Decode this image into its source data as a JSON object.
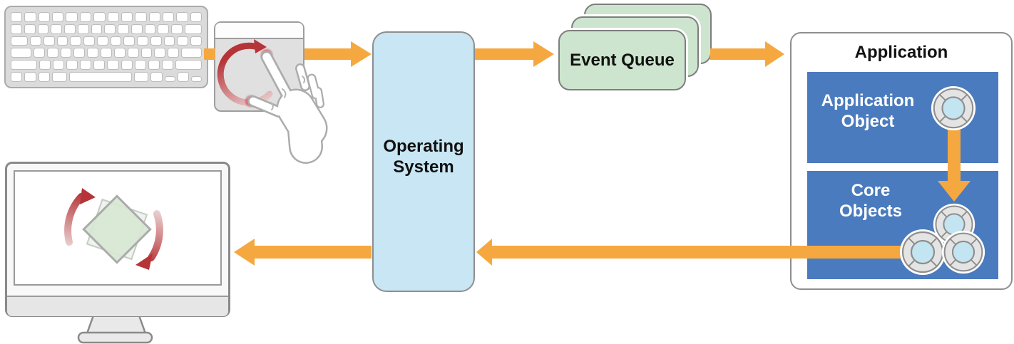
{
  "nodes": {
    "operating_system": {
      "line1": "Operating",
      "line2": "System"
    },
    "event_queue": {
      "label": "Event Queue",
      "card_count": 3
    },
    "application": {
      "title": "Application"
    },
    "application_object": {
      "line1": "Application",
      "line2": "Object"
    },
    "core_objects": {
      "line1": "Core",
      "line2": "Objects"
    }
  },
  "illustrations": {
    "keyboard": "keyboard-illustration",
    "trackpad": "trackpad-with-two-finger-rotate-gesture",
    "hand": "rotate-gesture-hand",
    "display": "display-with-rotating-green-square",
    "object_icon": "life-preserver-icon",
    "flow_arrow": "orange-flow-arrow",
    "rotation_arrow": "red-rotation-arrow"
  },
  "colors": {
    "flow_arrow": "#F6A840",
    "operating_system_fill": "#C8E6F3",
    "event_queue_fill": "#CDE5CE",
    "application_panel_fill": "#4A7BBE",
    "rotation_red": "#B83B40",
    "outline_gray": "#8E8E8E",
    "label_text": "#111111",
    "panel_label_text": "#FFFFFF"
  },
  "keyboard_rows": [
    [
      {
        "w": 1
      },
      {
        "w": 1
      },
      {
        "w": 1
      },
      {
        "w": 1
      },
      {
        "w": 1
      },
      {
        "w": 1
      },
      {
        "w": 1
      },
      {
        "w": 1
      },
      {
        "w": 1
      },
      {
        "w": 1
      },
      {
        "w": 1
      },
      {
        "w": 1
      },
      {
        "w": 1
      },
      {
        "w": 1
      }
    ],
    [
      {
        "w": 1
      },
      {
        "w": 1
      },
      {
        "w": 1
      },
      {
        "w": 1
      },
      {
        "w": 1
      },
      {
        "w": 1
      },
      {
        "w": 1
      },
      {
        "w": 1
      },
      {
        "w": 1
      },
      {
        "w": 1
      },
      {
        "w": 1
      },
      {
        "w": 1
      },
      {
        "w": 1
      },
      {
        "w": 1.6
      }
    ],
    [
      {
        "w": 1.6
      },
      {
        "w": 1
      },
      {
        "w": 1
      },
      {
        "w": 1
      },
      {
        "w": 1
      },
      {
        "w": 1
      },
      {
        "w": 1
      },
      {
        "w": 1
      },
      {
        "w": 1
      },
      {
        "w": 1
      },
      {
        "w": 1
      },
      {
        "w": 1
      },
      {
        "w": 1
      },
      {
        "w": 1
      }
    ],
    [
      {
        "w": 1.95
      },
      {
        "w": 1
      },
      {
        "w": 1
      },
      {
        "w": 1
      },
      {
        "w": 1
      },
      {
        "w": 1
      },
      {
        "w": 1
      },
      {
        "w": 1
      },
      {
        "w": 1
      },
      {
        "w": 1
      },
      {
        "w": 1
      },
      {
        "w": 1
      },
      {
        "w": 1.95
      }
    ],
    [
      {
        "w": 2.5
      },
      {
        "w": 1
      },
      {
        "w": 1
      },
      {
        "w": 1
      },
      {
        "w": 1
      },
      {
        "w": 1
      },
      {
        "w": 1
      },
      {
        "w": 1
      },
      {
        "w": 1
      },
      {
        "w": 1
      },
      {
        "w": 1
      },
      {
        "w": 2.5
      }
    ],
    [
      {
        "w": 1
      },
      {
        "w": 1
      },
      {
        "w": 1
      },
      {
        "w": 1.3
      },
      {
        "w": 6,
        "space": true
      },
      {
        "w": 1.3
      },
      {
        "w": 1
      },
      {
        "w": 0.9,
        "low": true
      },
      {
        "w": 1
      },
      {
        "w": 0.9,
        "low": true
      }
    ]
  ]
}
